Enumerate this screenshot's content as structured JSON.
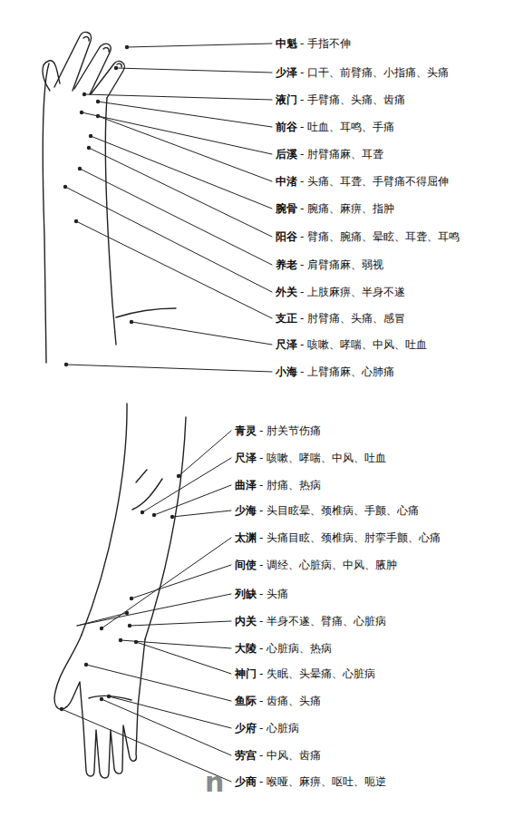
{
  "diagram": {
    "labels": [
      "中魁",
      "- 手指不伸",
      "少泽",
      "- 口干、前臂痛、小指痛、头痛",
      "液门",
      "- 手臂痛、头痛、齿痛",
      "前谷",
      "- 吐血、耳鸣、手痛",
      "后溪",
      "- 肘臂痛麻、耳聋",
      "中渚",
      "- 头痛、耳聋、手臂痛不得屈伸",
      "腕骨",
      "- 腕痛、麻痹、指肿",
      "阳谷",
      "- 臂痛、腕痛、晕眩、耳聋、耳鸣",
      "养老",
      "- 肩臂痛麻、弱视",
      "外关",
      "- 上肢麻痹、半身不遂",
      "支正",
      "- 肘臂痛、头痛、感冒",
      "尺泽",
      "- 咳嗽、哮喘、中风、吐血",
      "小海",
      "- 上臂痛麻、心肺痛",
      "青灵",
      "- 肘关节伤痛",
      "尺泽",
      "- 咳嗽、哮喘、中风、吐血",
      "曲泽",
      "- 肘痛、热病",
      "少海",
      "- 头目眩晕、颈椎病、手颤、心痛",
      "太渊",
      "- 头痛目眩、颈椎病、肘挛手颤、心痛",
      "间使",
      "- 调经、心脏病、中风、腋肿",
      "列缺",
      "- 头痛",
      "内关",
      "- 半身不遂、臂痛、心脏病",
      "大陵",
      "- 心脏病、热病",
      "神门",
      "- 失眠、头晕痛、心脏病",
      "鱼际",
      "- 齿痛、头痛",
      "少府",
      "- 心脏病",
      "劳宫",
      "- 中风、齿痛",
      "少商",
      "- 喉哑、麻痹、呕吐、呃逆",
      "n"
    ]
  }
}
